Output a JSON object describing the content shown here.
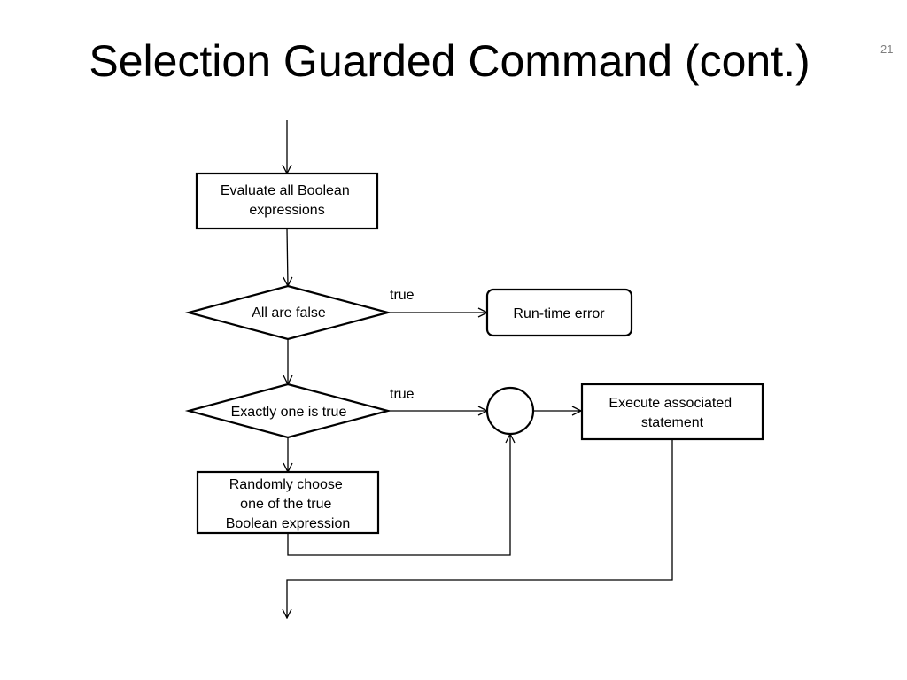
{
  "slide": {
    "title": "Selection Guarded Command (cont.)",
    "number": "21"
  },
  "flowchart": {
    "nodes": {
      "evaluate": {
        "lines": [
          "Evaluate all Boolean",
          "expressions"
        ]
      },
      "all_false": {
        "label": "All are false"
      },
      "runtime_error": {
        "label": "Run-time error"
      },
      "exactly_one": {
        "label": "Exactly one is true"
      },
      "execute": {
        "lines": [
          "Execute associated",
          "statement"
        ]
      },
      "random_choose": {
        "lines": [
          "Randomly choose",
          "one of the true",
          "Boolean expression"
        ]
      }
    },
    "edge_labels": {
      "all_false_true": "true",
      "exactly_one_true": "true"
    }
  }
}
